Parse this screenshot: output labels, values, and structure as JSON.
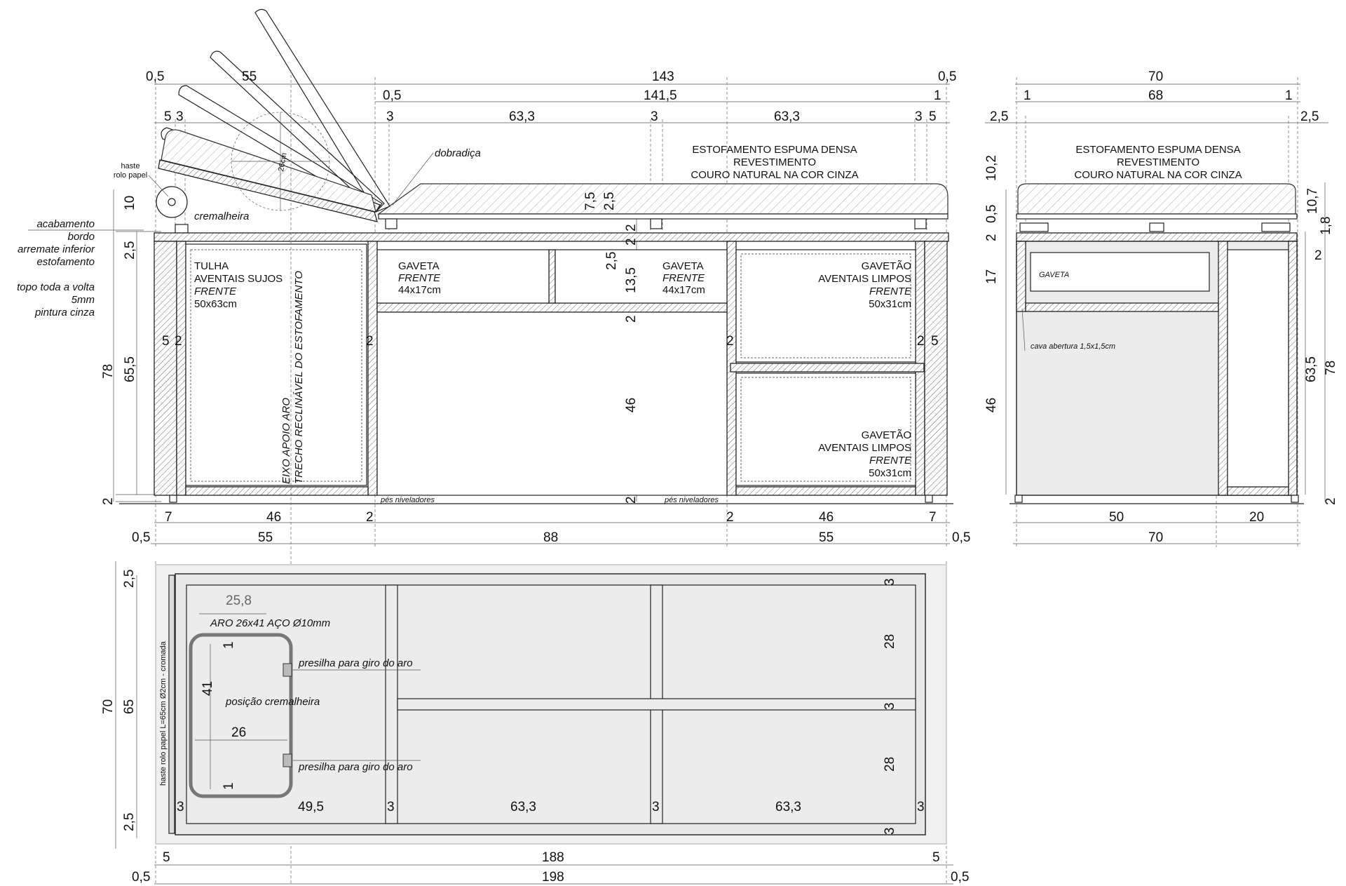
{
  "front": {
    "dims_top1": [
      "0,5",
      "55",
      "143",
      "0,5"
    ],
    "dims_top2": [
      "0,5",
      "141,5",
      "1"
    ],
    "dims_top3": [
      "5",
      "3",
      "3",
      "63,3",
      "3",
      "63,3",
      "3",
      "5"
    ],
    "dims_bottom1": [
      "7",
      "46",
      "2",
      "2",
      "46",
      "7"
    ],
    "dims_bottom2": [
      "0,5",
      "55",
      "88",
      "55",
      "0,5"
    ],
    "dims_left": [
      "10",
      "2,5",
      "78",
      "65,5",
      "2"
    ],
    "dims_center": [
      "7,5",
      "2,5",
      "2",
      "2",
      "2,5",
      "13,5",
      "2",
      "46",
      "2"
    ],
    "dims_inner": [
      "5",
      "2",
      "2",
      "2",
      "2",
      "5"
    ],
    "upholstery": [
      "ESTOFAMENTO ESPUMA DENSA",
      "REVESTIMENTO",
      "COURO NATURAL NA COR CINZA"
    ],
    "hinge": "dobradiça",
    "rack": "cremalheira",
    "roller": [
      "haste",
      "rolo papel"
    ],
    "angle": "26cm",
    "finish_notes": [
      "acabamento",
      "bordo",
      "arremate inferior",
      "estofamento",
      "topo toda a volta",
      "5mm",
      "pintura cinza"
    ],
    "tulha": [
      "TULHA",
      "AVENTAIS SUJOS",
      "FRENTE",
      "50x63cm"
    ],
    "gaveta1": [
      "GAVETA",
      "FRENTE",
      "44x17cm"
    ],
    "gaveta2": [
      "GAVETA",
      "FRENTE",
      "44x17cm"
    ],
    "gavetao1": [
      "GAVETÃO",
      "AVENTAIS LIMPOS",
      "FRENTE",
      "50x31cm"
    ],
    "gavetao2": [
      "GAVETÃO",
      "AVENTAIS LIMPOS",
      "FRENTE",
      "50x31cm"
    ],
    "vertical_note": [
      "EIXO APOIO ARO",
      "TRECHO RECLINÁVEL DO ESTOFAMENTO"
    ],
    "feet": [
      "pés niveladores",
      "pés niveladores"
    ]
  },
  "side": {
    "dims_top1": [
      "70"
    ],
    "dims_top2": [
      "1",
      "68",
      "1"
    ],
    "dims_top3": [
      "2,5",
      "2,5"
    ],
    "dims_left": [
      "10,2",
      "0,5",
      "2",
      "17",
      "46"
    ],
    "dims_right": [
      "10,7",
      "1,8",
      "2",
      "63,5",
      "78",
      "2"
    ],
    "dims_bottom1": [
      "50",
      "20"
    ],
    "dims_bottom2": [
      "70"
    ],
    "upholstery": [
      "ESTOFAMENTO ESPUMA DENSA",
      "REVESTIMENTO",
      "COURO NATURAL NA COR CINZA"
    ],
    "gaveta": "GAVETA",
    "cava": "cava  abertura 1,5x1,5cm"
  },
  "plan": {
    "dims_left": [
      "2,5",
      "70",
      "65",
      "2,5"
    ],
    "dims_right": [
      "3",
      "28",
      "3",
      "28",
      "3"
    ],
    "dims_inner": [
      "3",
      "49,5",
      "3",
      "63,3",
      "3",
      "63,3",
      "3"
    ],
    "dims_bottom1": [
      "5",
      "188",
      "5"
    ],
    "dims_bottom2": [
      "0,5",
      "198",
      "0,5"
    ],
    "aro_width": "25,8",
    "aro": "ARO 26x41 AÇO Ø10mm",
    "aro_h": "41",
    "aro_w": "26",
    "one": [
      "1",
      "1"
    ],
    "clip": [
      "presilha para giro do aro",
      "presilha para giro do aro"
    ],
    "rack_pos": "posição cremalheira",
    "rod": "haste rolo papel L=65cm Ø2cm - cromada"
  }
}
